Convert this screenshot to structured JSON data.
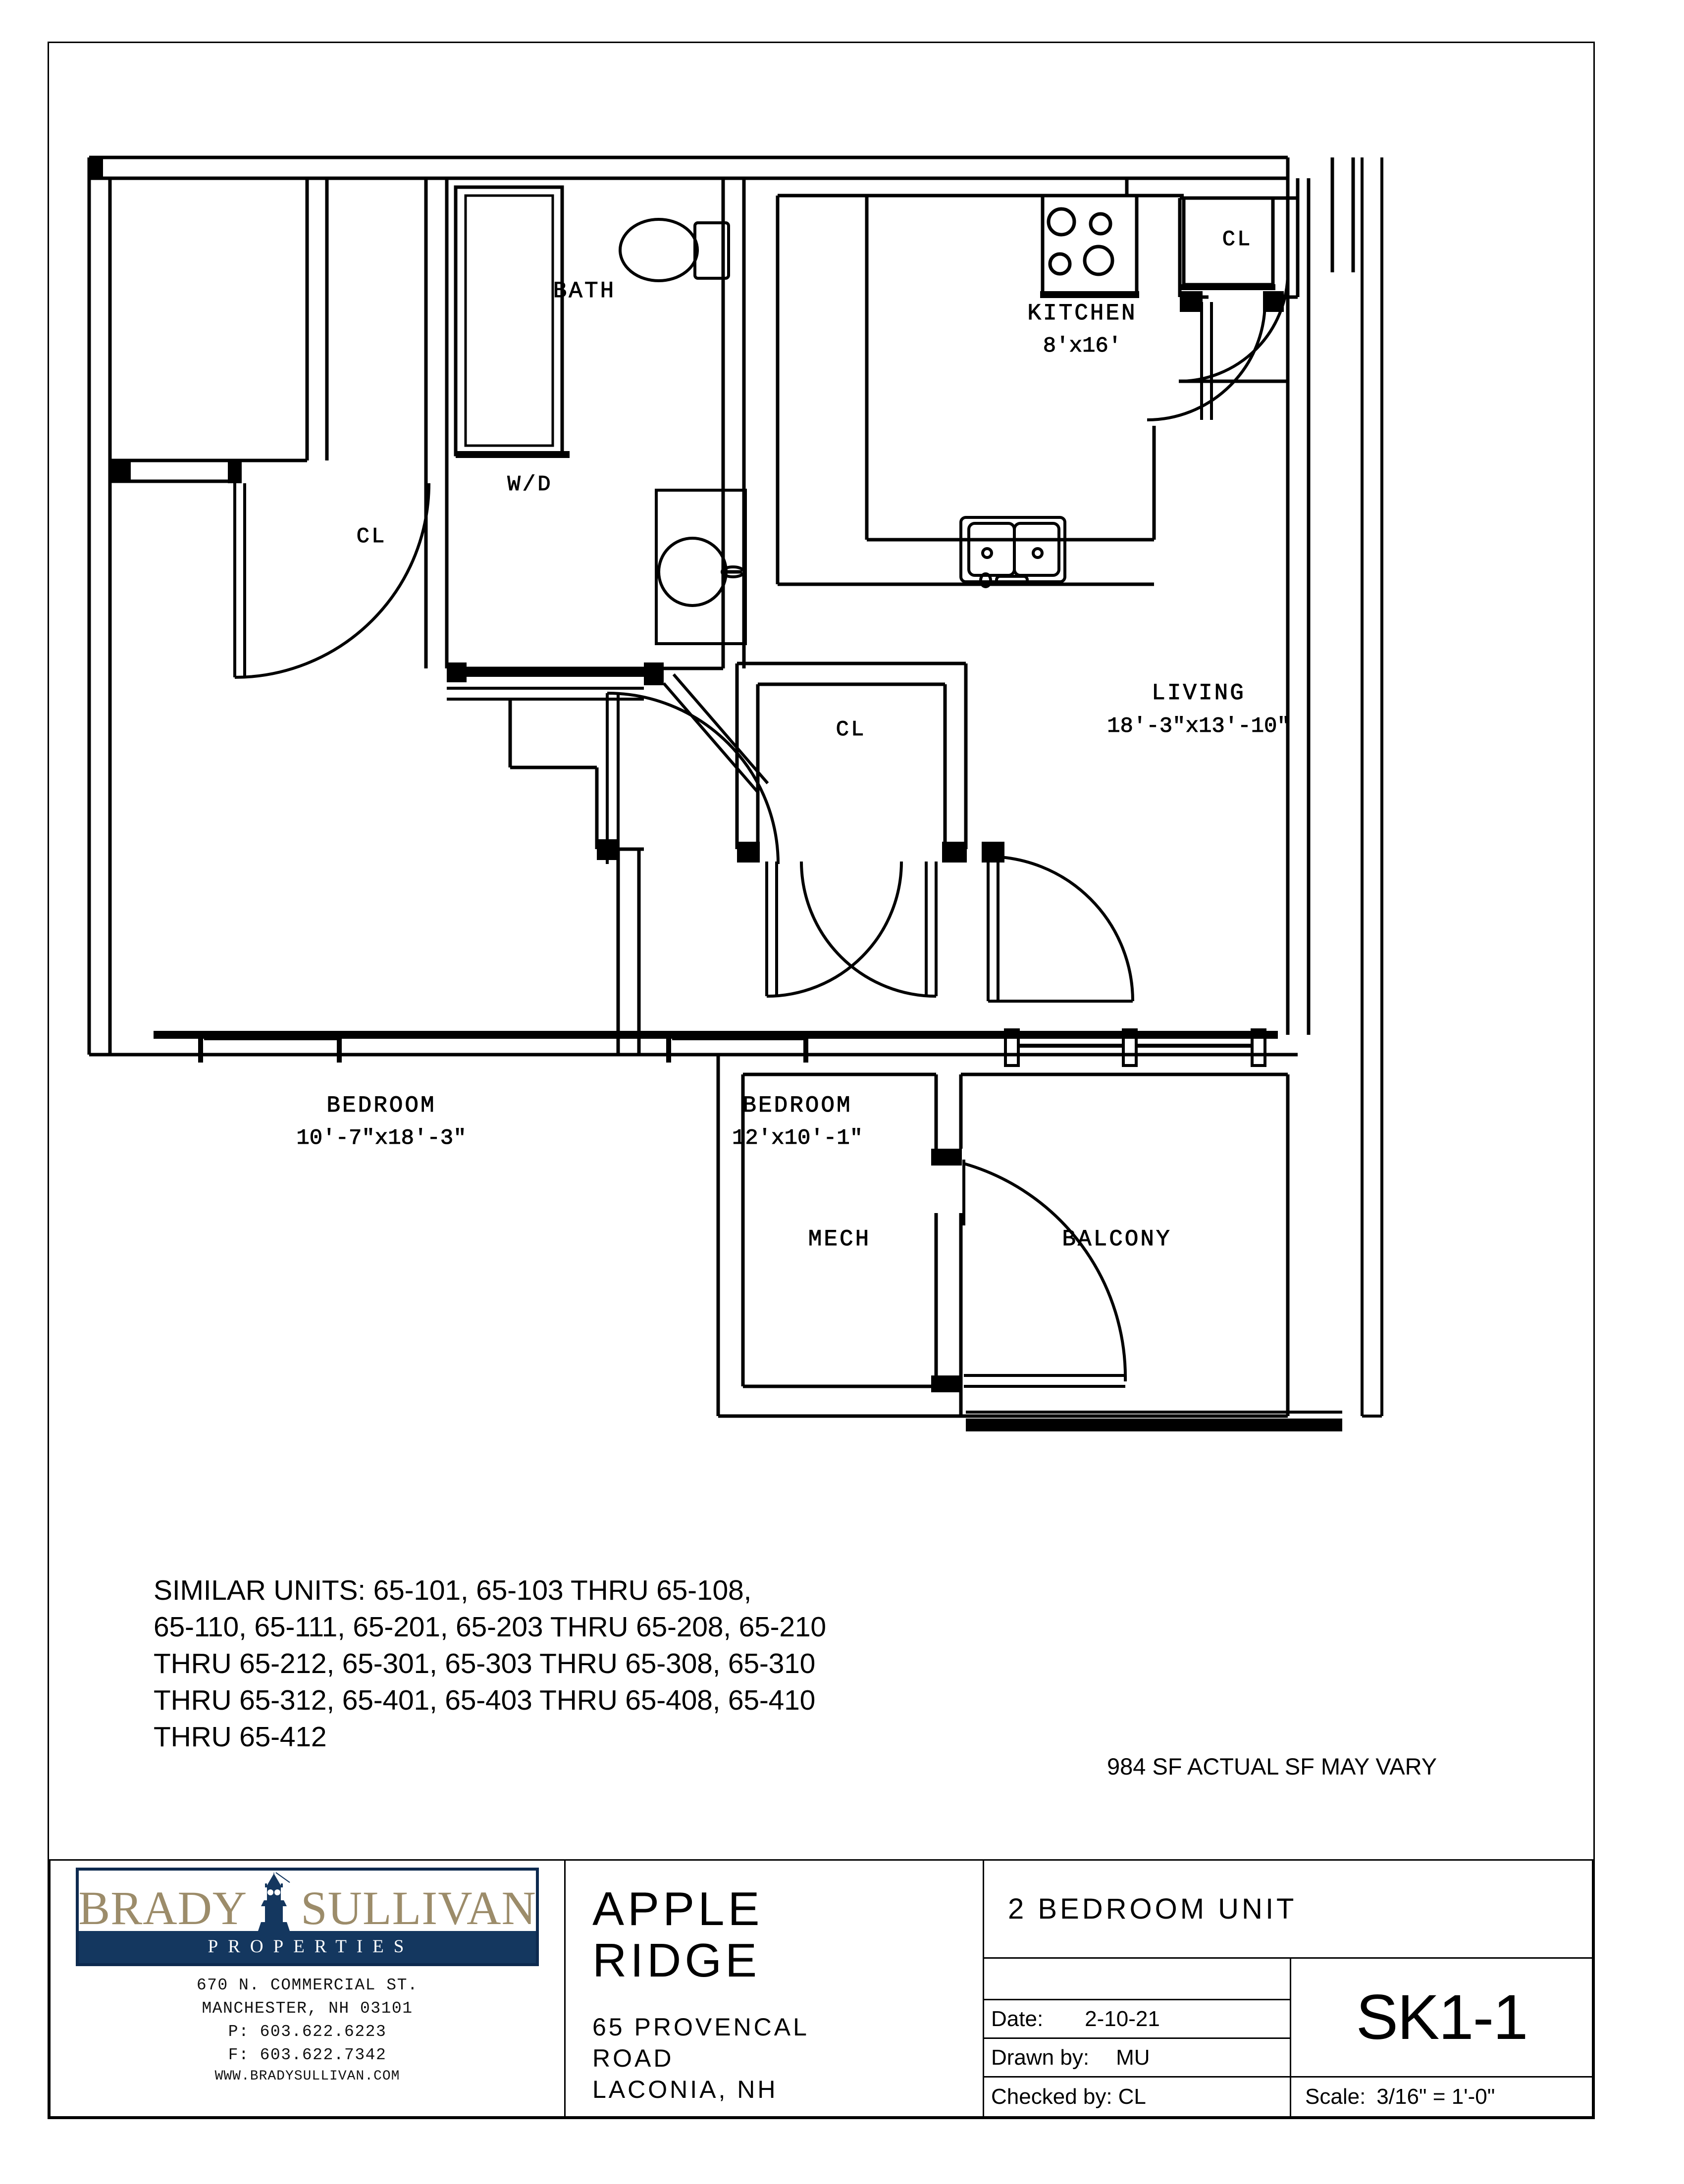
{
  "sheet": {
    "similar_units_note": [
      "SIMILAR UNITS: 65-101, 65-103 THRU 65-108,",
      "65-110, 65-111, 65-201, 65-203 THRU 65-208, 65-210",
      "THRU 65-212, 65-301, 65-303 THRU 65-308, 65-310",
      "THRU 65-312, 65-401, 65-403 THRU 65-408, 65-410",
      "THRU 65-412"
    ],
    "square_footage_note": "984 SF ACTUAL SF MAY VARY"
  },
  "floor_plan": {
    "rooms": [
      {
        "name": "CL",
        "label": "CL",
        "dimension": ""
      },
      {
        "name": "BATH",
        "label": "BATH",
        "dimension": ""
      },
      {
        "name": "W/D",
        "label": "W/D",
        "dimension": ""
      },
      {
        "name": "KITCHEN",
        "label": "KITCHEN",
        "dimension": "8'x16'"
      },
      {
        "name": "CL-ENTRY",
        "label": "CL",
        "dimension": ""
      },
      {
        "name": "LIVING",
        "label": "LIVING",
        "dimension": "18'-3\"x13'-10\""
      },
      {
        "name": "CL-MID",
        "label": "CL",
        "dimension": ""
      },
      {
        "name": "BEDROOM1",
        "label": "BEDROOM",
        "dimension": "10'-7\"x18'-3\""
      },
      {
        "name": "BEDROOM2",
        "label": "BEDROOM",
        "dimension": "12'x10'-1\""
      },
      {
        "name": "MECH",
        "label": "MECH",
        "dimension": ""
      },
      {
        "name": "BALCONY",
        "label": "BALCONY",
        "dimension": ""
      }
    ]
  },
  "title_block": {
    "logo": {
      "word_brady": "BRADY",
      "word_sullivan": "SULLIVAN",
      "word_properties": "PROPERTIES",
      "address_line1": "670 N. COMMERCIAL ST.",
      "address_line2": "MANCHESTER, NH 03101",
      "phone": "P: 603.622.6223",
      "fax": "F: 603.622.7342",
      "website": "WWW.BRADYSULLIVAN.COM",
      "gold_hex": "#9c8c6a",
      "navy_hex": "#14375f"
    },
    "project": {
      "name_line1": "APPLE",
      "name_line2": "RIDGE",
      "address_line1": "65 PROVENCAL",
      "address_line2": "ROAD",
      "address_line3": "LACONIA, NH"
    },
    "drawing": {
      "unit_title": "2 BEDROOM UNIT",
      "date_label": "Date:",
      "date_value": "2-10-21",
      "drawn_by_label": "Drawn by:",
      "drawn_by_value": "MU",
      "checked_by_label": "Checked by:",
      "checked_by_value": "CL",
      "sheet_number": "SK1-1",
      "scale_label": "Scale:",
      "scale_value": "3/16\" = 1'-0\""
    }
  }
}
